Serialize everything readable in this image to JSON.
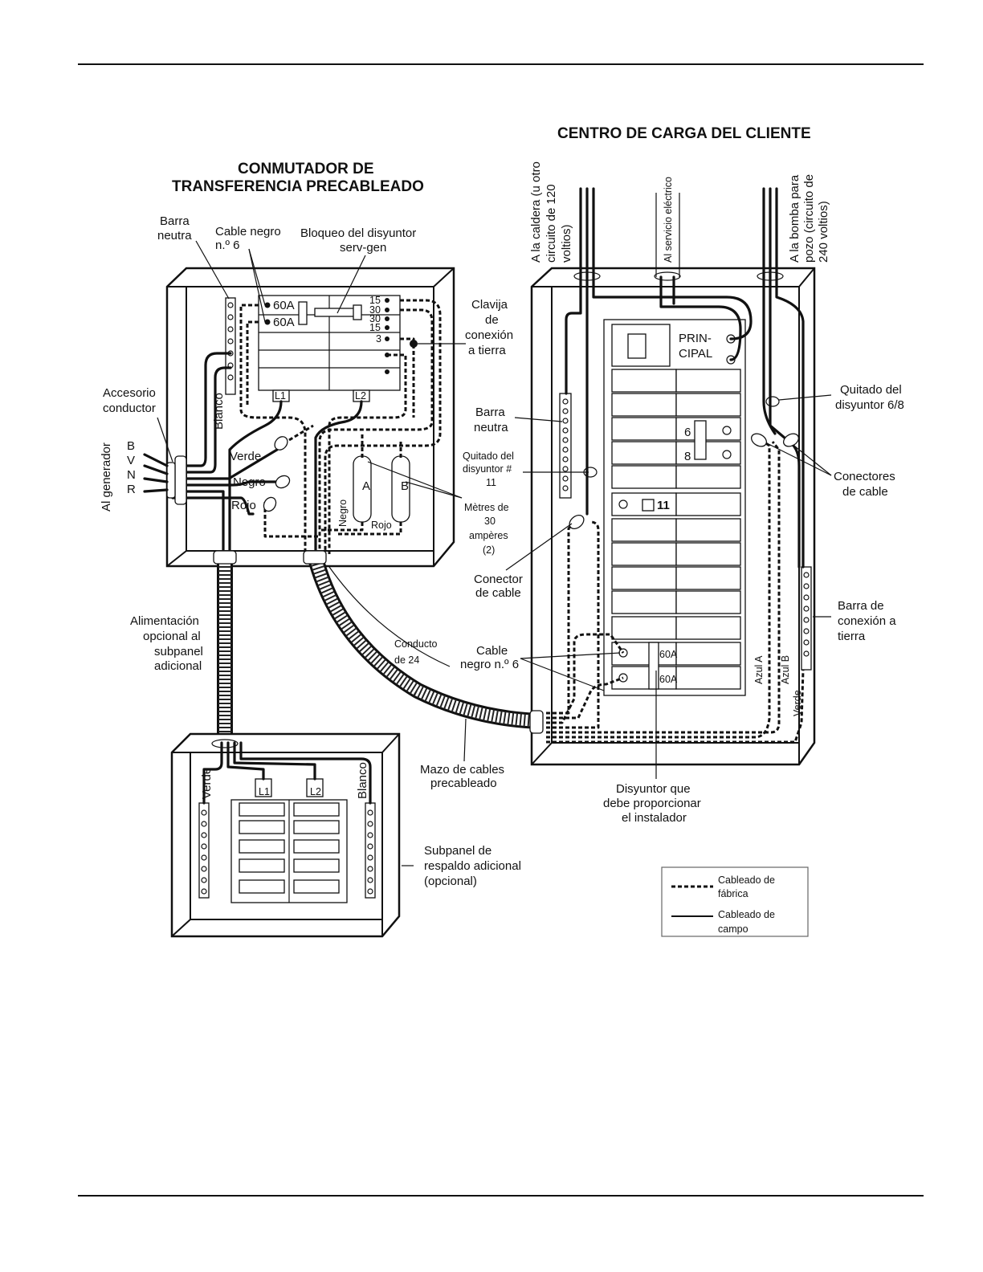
{
  "titles": {
    "customer_center": "CENTRO DE CARGA DEL CLIENTE",
    "switch_line1": "CONMUTADOR DE",
    "switch_line2": "TRANSFERENCIA PRECABLEADO"
  },
  "labels": {
    "neutral_bar_top_1": "Barra",
    "neutral_bar_top_2": "neutra",
    "black_cable_1": "Cable negro",
    "black_cable_2": "n.º 6",
    "breaker_lock_1": "Bloqueo del disyuntor",
    "breaker_lock_2": "serv-gen",
    "ground_plug_1": "Clavija",
    "ground_plug_2": "de",
    "ground_plug_3": "conexión",
    "ground_plug_4": "a tierra",
    "conduit_fitting_1": "Accesorio",
    "conduit_fitting_2": "conductor",
    "to_generator": "Al generador",
    "gen_b": "B",
    "gen_v": "V",
    "gen_n": "N",
    "gen_r": "R",
    "white": "Blanco",
    "green": "Verde",
    "black": "Negro",
    "red": "Rojo",
    "meter_a": "A",
    "meter_b": "B",
    "meters_1": "Mètres de",
    "meters_2": "30",
    "meters_3": "ampères",
    "meters_4": "(2)",
    "neutral_bar_mid_1": "Barra",
    "neutral_bar_mid_2": "neutra",
    "removed_11_1": "Quitado del",
    "removed_11_2": "disyuntor #",
    "removed_11_3": "11",
    "cable_connector_1": "Conector",
    "cable_connector_2": "de cable",
    "optional_feed_1": "Alimentación",
    "optional_feed_2": "opcional al",
    "optional_feed_3": "subpanel",
    "optional_feed_4": "adicional",
    "conduit_24_1": "Conducto",
    "conduit_24_2": "de 24",
    "cable_black_1": "Cable",
    "cable_black_2": "negro n.º 6",
    "harness_1": "Mazo de cables",
    "harness_2": "precableado",
    "installer_breaker_1": "Disyuntor que",
    "installer_breaker_2": "debe proporcionar",
    "installer_breaker_3": "el instalador",
    "subpanel_1": "Subpanel de",
    "subpanel_2": "respaldo adicional",
    "subpanel_3": "(opcional)",
    "sub_green": "Verde",
    "sub_white": "Blanco",
    "sub_l1": "L1",
    "sub_l2": "L2",
    "furnace_1": "A la caldera (u otro",
    "furnace_2": "circuito de 120",
    "furnace_3": "voltios)",
    "service": "Al servicio eléctrico",
    "pump_1": "A la bomba para",
    "pump_2": "pozo (circuito de",
    "pump_3": "240 voltios)",
    "main_1": "PRIN-",
    "main_2": "CIPAL",
    "removed_68_1": "Quitado del",
    "removed_68_2": "disyuntor 6/8",
    "connectors_1": "Conectores",
    "connectors_2": "de cable",
    "ground_bar_1": "Barra de",
    "ground_bar_2": "conexión a",
    "ground_bar_3": "tierra",
    "blue_a": "Azul A",
    "blue_b": "Azul B",
    "green_right": "Verde",
    "b6": "6",
    "b8": "8",
    "b11": "11",
    "b60a_1": "60A",
    "b60a_2": "60A",
    "ts_60a_1": "60A",
    "ts_60a_2": "60A",
    "ts_15a": "15",
    "ts_30a": "30",
    "ts_30b": "30",
    "ts_15b": "15",
    "ts_3": "3",
    "ts_l1": "L1",
    "ts_l2": "L2"
  },
  "legend": {
    "factory_1": "Cableado de",
    "factory_2": "fábrica",
    "field_1": "Cableado de",
    "field_2": "campo"
  }
}
